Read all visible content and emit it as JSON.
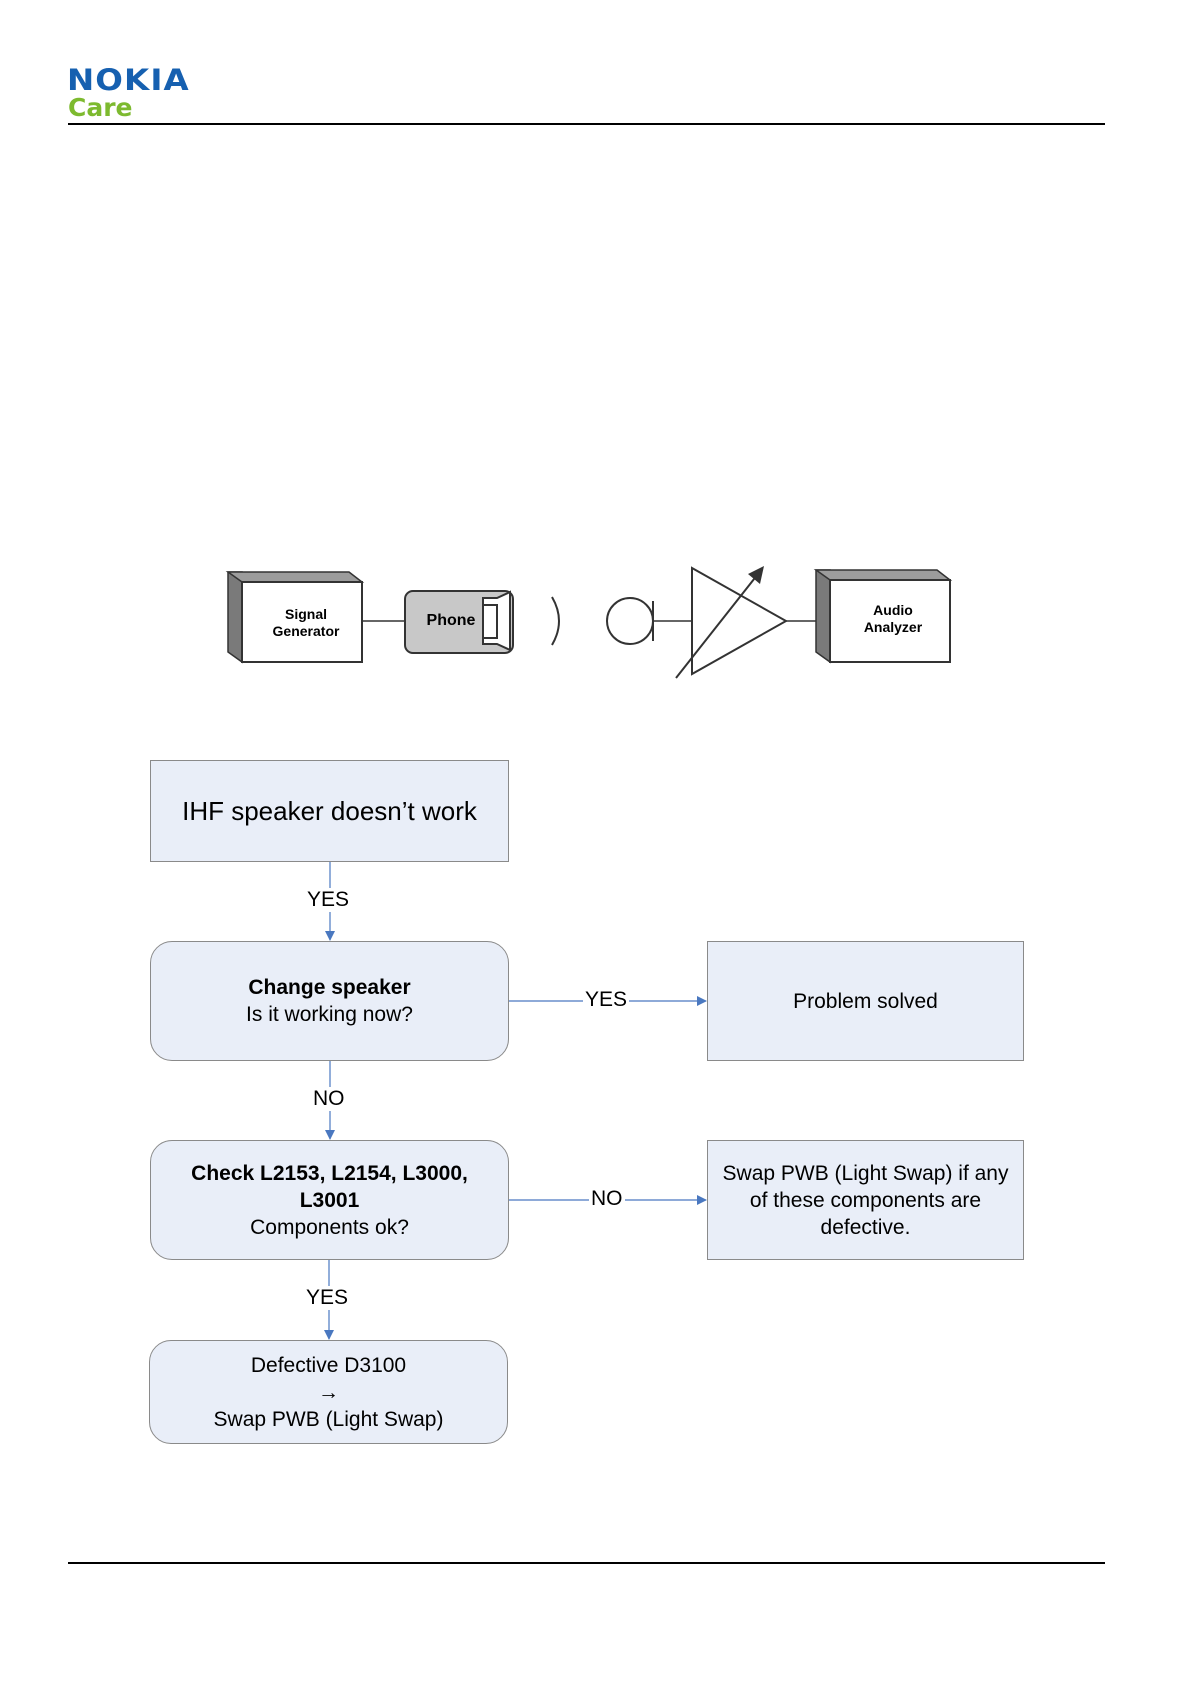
{
  "header": {
    "logo_text": "NOKIA",
    "logo_subtext": "Care",
    "brand_blue": "#1660b0",
    "brand_green": "#7dba2f"
  },
  "setup": {
    "signal_generator": "Signal Generator",
    "phone": "Phone",
    "audio_analyzer": "Audio Analyzer"
  },
  "flowchart": {
    "start": "IHF speaker  doesn’t work",
    "step1_title": "Change speaker",
    "step1_question": "Is it working now?",
    "step1_yes_result": "Problem solved",
    "step2_title": "Check L2153, L2154, L3000, L3001",
    "step2_question": "Components ok?",
    "step2_no_result": "Swap PWB (Light Swap) if any of these components are defective.",
    "end_line1": "Defective D3100",
    "end_arrow": "→",
    "end_line2": "Swap PWB (Light Swap)",
    "labels": {
      "start_to_step1": "YES",
      "step1_to_solved": "YES",
      "step1_to_step2": "NO",
      "step2_to_swap": "NO",
      "step2_to_end": "YES"
    },
    "box_fill": "#e9eef8",
    "arrow_color": "#4a78c0"
  }
}
